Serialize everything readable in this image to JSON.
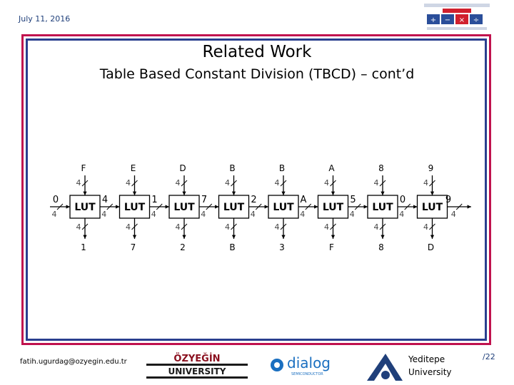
{
  "header": {
    "date": "July 11, 2016"
  },
  "slide": {
    "title": "Related Work",
    "subtitle": "Table Based Constant Division (TBCD) – cont’d"
  },
  "diagram": {
    "lut_label": "LUT",
    "bus_width": "4",
    "dividend_digits": [
      "F",
      "E",
      "D",
      "B",
      "B",
      "A",
      "8",
      "9"
    ],
    "remainder_chain": [
      "0",
      "4",
      "1",
      "7",
      "2",
      "A",
      "5",
      "0",
      "9"
    ],
    "quotient_digits": [
      "1",
      "7",
      "2",
      "B",
      "3",
      "F",
      "8",
      "D"
    ]
  },
  "footer": {
    "email": "fatih.ugurdag@ozyegin.edu.tr",
    "uni_top": "ÖZYEĞİN",
    "uni_bottom": "UNIVERSITY",
    "dialog_name": "dialog",
    "dialog_sub": "SEMICONDUCTOR",
    "yeditepe_line1": "Yeditepe",
    "yeditepe_line2": "University",
    "page": "/22"
  }
}
